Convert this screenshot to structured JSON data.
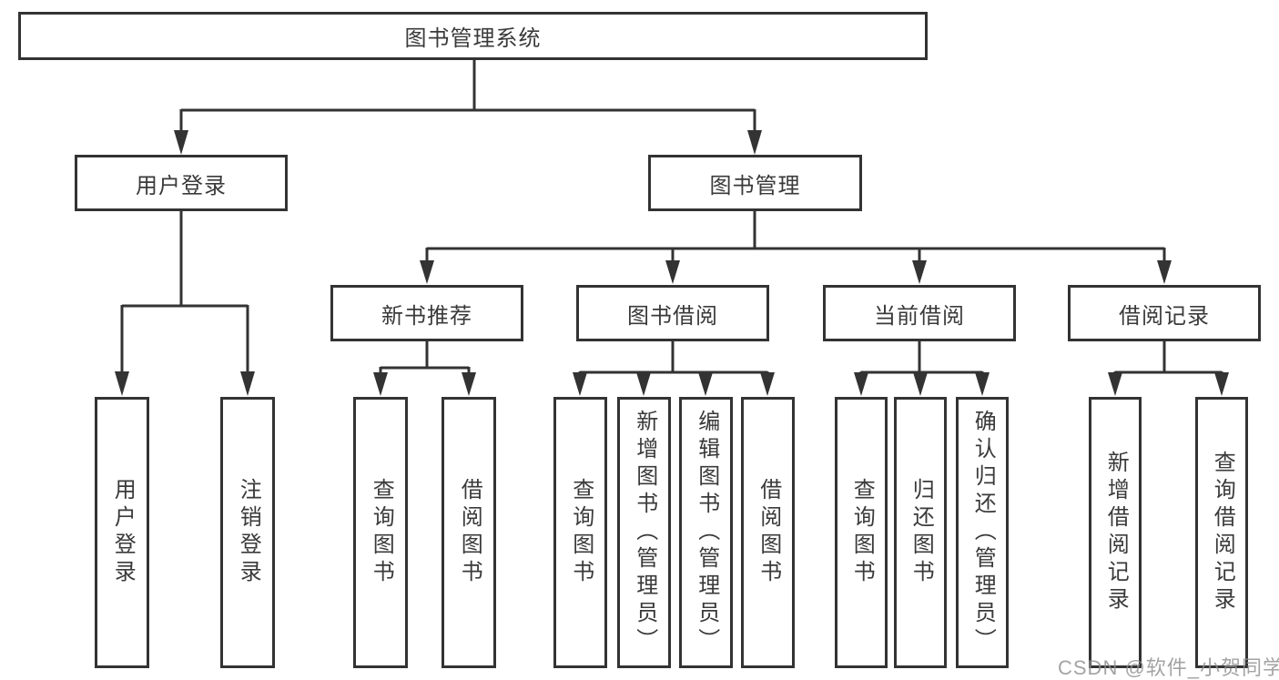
{
  "title": "图书管理系统",
  "watermark": "CSDN @软件_小贺同学",
  "colors": {
    "line": "#333333",
    "text": "#3a3a3a",
    "background": "#ffffff",
    "watermark": "#8f8f8f"
  },
  "tree": {
    "root": {
      "label": "图书管理系统"
    },
    "branches": [
      {
        "label": "用户登录",
        "children": [
          {
            "label": "用户登录"
          },
          {
            "label": "注销登录"
          }
        ]
      },
      {
        "label": "图书管理",
        "groups": [
          {
            "label": "新书推荐",
            "children": [
              {
                "label": "查询图书"
              },
              {
                "label": "借阅图书"
              }
            ]
          },
          {
            "label": "图书借阅",
            "children": [
              {
                "label": "查询图书"
              },
              {
                "label": "新增图书（管理员）"
              },
              {
                "label": "编辑图书（管理员）"
              },
              {
                "label": "借阅图书"
              }
            ]
          },
          {
            "label": "当前借阅",
            "children": [
              {
                "label": "查询图书"
              },
              {
                "label": "归还图书"
              },
              {
                "label": "确认归还（管理员）"
              }
            ]
          },
          {
            "label": "借阅记录",
            "children": [
              {
                "label": "新增借阅记录"
              },
              {
                "label": "查询借阅记录"
              }
            ]
          }
        ]
      }
    ]
  }
}
